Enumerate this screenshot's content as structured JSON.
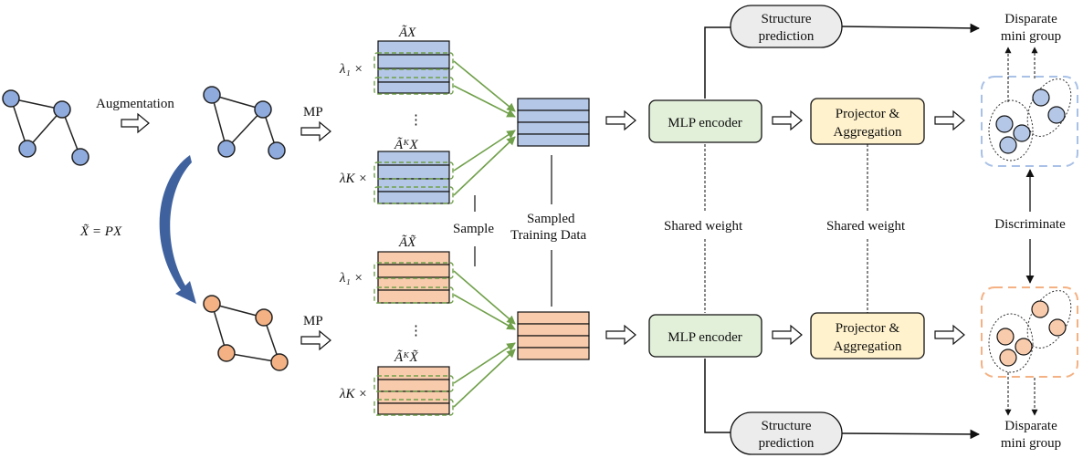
{
  "labels": {
    "augmentation": "Augmentation",
    "transform": "X̃ = PX",
    "mp_top": "MP",
    "mp_bottom": "MP",
    "ax": "ÃX",
    "akx": "ÃᴷX",
    "axt": "ÃX̃",
    "akxt": "ÃᴷX̃",
    "lambda1_top": "λ₁ ×",
    "lambdak_top": "λK ×",
    "lambda1_bottom": "λ₁ ×",
    "lambdak_bottom": "λK ×",
    "dots_top": "⋮",
    "dots_bottom": "⋮",
    "sample": "Sample",
    "sampled_line1": "Sampled",
    "sampled_line2": "Training Data",
    "mlp_top": "MLP encoder",
    "mlp_bottom": "MLP encoder",
    "proj_top_line1": "Projector &",
    "proj_top_line2": "Aggregation",
    "proj_bottom_line1": "Projector &",
    "proj_bottom_line2": "Aggregation",
    "shared_weight_1": "Shared weight",
    "shared_weight_2": "Shared weight",
    "struct_top_line1": "Structure",
    "struct_top_line2": "prediction",
    "struct_bottom_line1": "Structure",
    "struct_bottom_line2": "prediction",
    "disparate_top_line1": "Disparate",
    "disparate_top_line2": "mini group",
    "disparate_bottom_line1": "Disparate",
    "disparate_bottom_line2": "mini group",
    "discriminate": "Discriminate"
  },
  "colors": {
    "blue_fill": "#b4c7e7",
    "blue_node": "#8faadc",
    "orange_fill": "#f8cbad",
    "orange_node": "#f4b183",
    "green_box": "#e2f0d9",
    "green_arrow": "#70a04a",
    "yellow_box": "#fff2cc",
    "gray_box": "#ececec",
    "curve_arrow": "#2f5597"
  }
}
